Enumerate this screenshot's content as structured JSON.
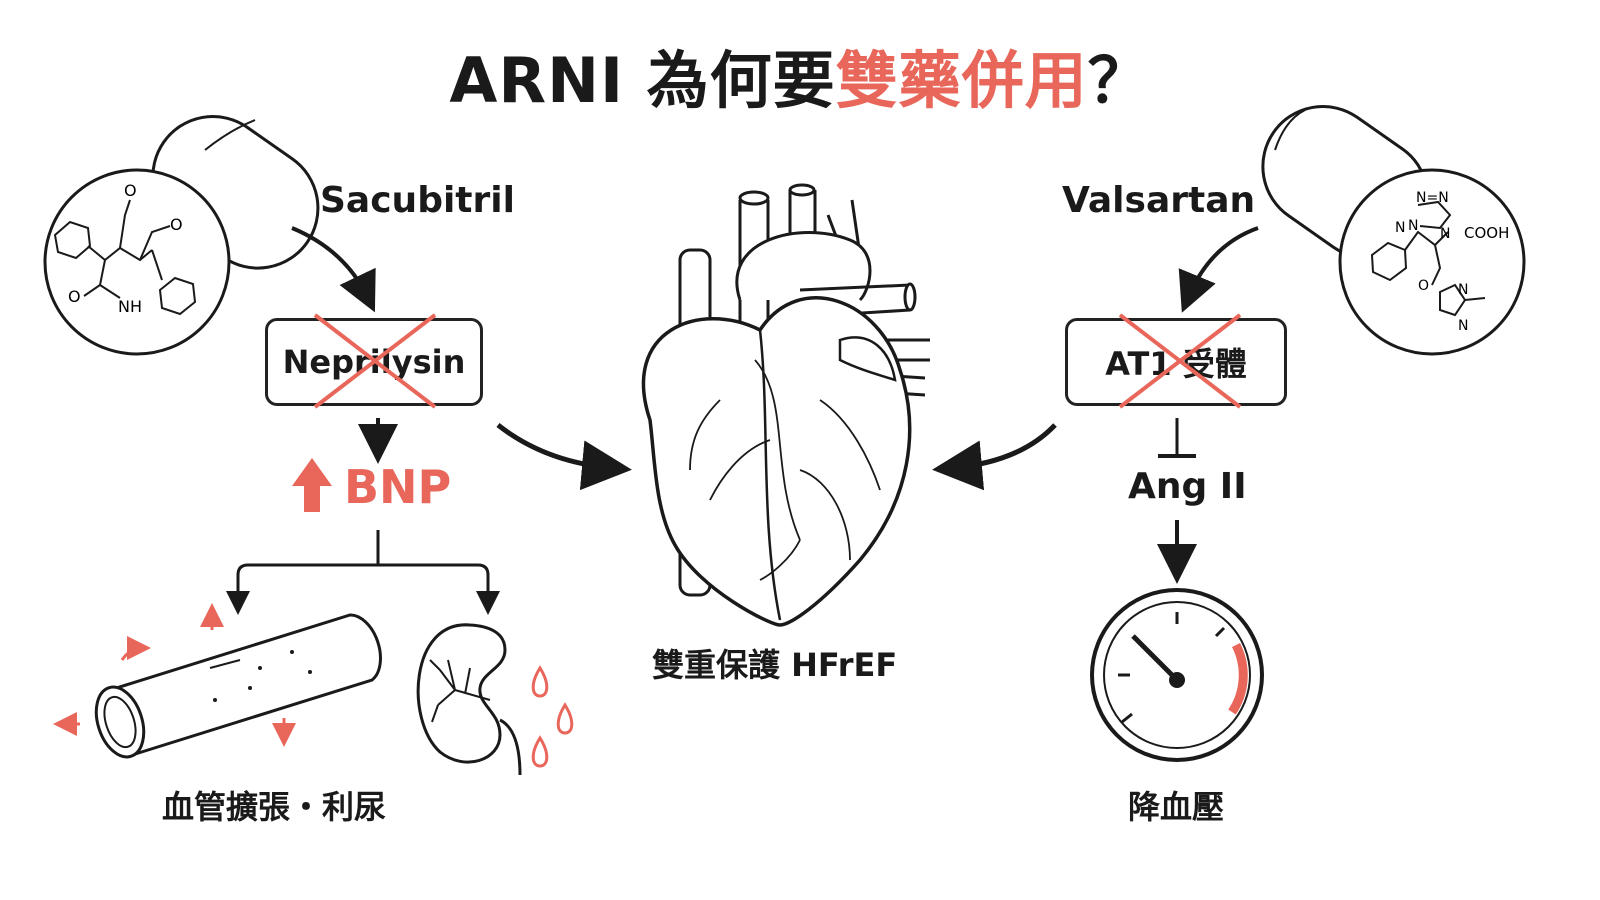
{
  "title": {
    "main": "ARNI 為何要",
    "accent": "雙藥併用",
    "end": "？"
  },
  "left": {
    "drug": "Sacubitril",
    "target": "Neprilysin",
    "effect": "BNP",
    "caption": "血管擴張・利尿",
    "molecule": {
      "o1": "O",
      "o2": "O",
      "o3": "O",
      "nh": "NH"
    }
  },
  "right": {
    "drug": "Valsartan",
    "target": "AT1 受體",
    "mediator": "Ang II",
    "caption": "降血壓",
    "molecule": {
      "n1": "N=N",
      "n2": "N",
      "n3": "N",
      "cooh": "COOH",
      "n4": "N",
      "o": "O",
      "n5": "N",
      "n6": "N"
    }
  },
  "center": {
    "caption": "雙重保護 HFrEF"
  },
  "colors": {
    "accent": "#e8675a",
    "ink": "#1a1a1a"
  }
}
